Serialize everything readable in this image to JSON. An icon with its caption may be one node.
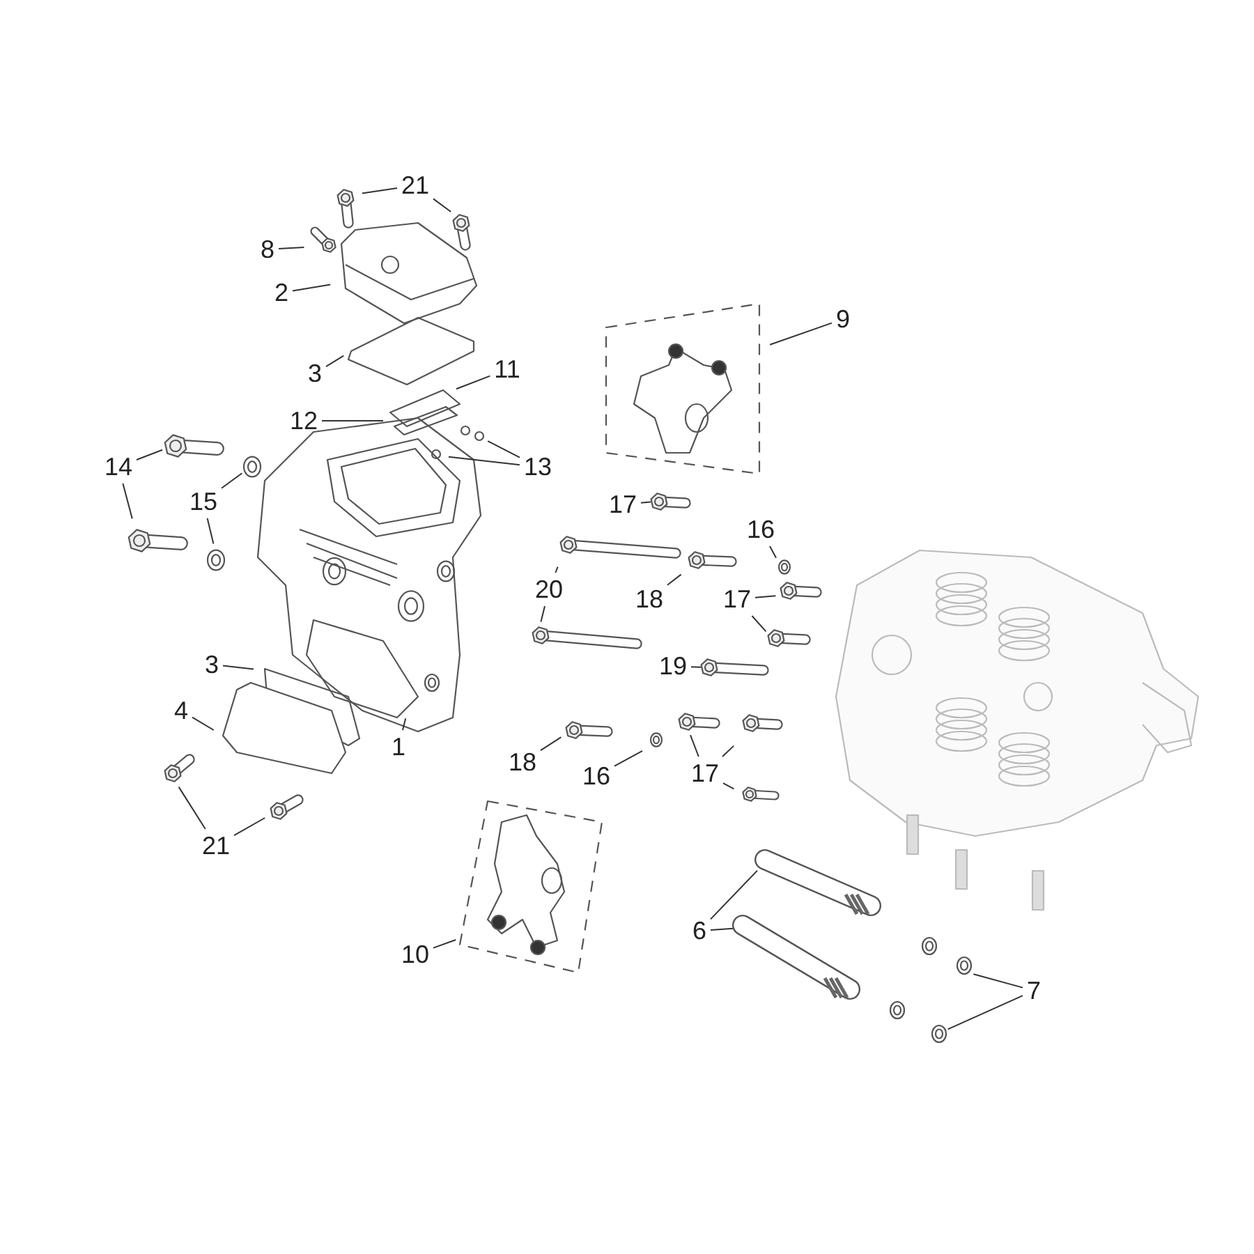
{
  "diagram": {
    "nodes": [
      {
        "text": [
          "21"
        ]
      },
      {
        "text": [
          "8"
        ]
      },
      {
        "text": [
          "2"
        ]
      },
      {
        "text": [
          "3"
        ]
      },
      {
        "text": [
          "11"
        ]
      },
      {
        "text": [
          "12"
        ]
      },
      {
        "text": [
          "13"
        ]
      },
      {
        "text": [
          "9"
        ]
      },
      {
        "text": [
          "14"
        ]
      },
      {
        "text": [
          "15"
        ]
      },
      {
        "text": [
          "17"
        ]
      },
      {
        "text": [
          "20"
        ]
      },
      {
        "text": [
          "18"
        ]
      },
      {
        "text": [
          "16"
        ]
      },
      {
        "text": [
          "17"
        ]
      },
      {
        "text": [
          "19"
        ]
      },
      {
        "text": [
          "3"
        ]
      },
      {
        "text": [
          "4"
        ]
      },
      {
        "text": [
          "1"
        ]
      },
      {
        "text": [
          "21"
        ]
      },
      {
        "text": [
          "18"
        ]
      },
      {
        "text": [
          "16"
        ]
      },
      {
        "text": [
          "17"
        ]
      },
      {
        "text": [
          "10"
        ]
      },
      {
        "text": [
          "6"
        ]
      },
      {
        "text": [
          "7"
        ]
      }
    ],
    "edges": [
      {
        "from": 0,
        "to": null,
        "arrow": "none"
      },
      {
        "from": 0,
        "to": null,
        "arrow": "none"
      },
      {
        "from": 1,
        "to": null,
        "arrow": "none"
      },
      {
        "from": 2,
        "to": null,
        "arrow": "none"
      },
      {
        "from": 3,
        "to": null,
        "arrow": "none"
      },
      {
        "from": 4,
        "to": null,
        "arrow": "none"
      },
      {
        "from": 5,
        "to": null,
        "arrow": "none"
      },
      {
        "from": 6,
        "to": null,
        "arrow": "none"
      },
      {
        "from": 6,
        "to": null,
        "arrow": "none"
      },
      {
        "from": 7,
        "to": null,
        "arrow": "none"
      },
      {
        "from": 8,
        "to": null,
        "arrow": "none"
      },
      {
        "from": 8,
        "to": null,
        "arrow": "none"
      },
      {
        "from": 9,
        "to": null,
        "arrow": "none"
      },
      {
        "from": 9,
        "to": null,
        "arrow": "none"
      },
      {
        "from": 10,
        "to": null,
        "arrow": "none"
      },
      {
        "from": 11,
        "to": null,
        "arrow": "none"
      },
      {
        "from": 11,
        "to": null,
        "arrow": "none"
      },
      {
        "from": 12,
        "to": null,
        "arrow": "none"
      },
      {
        "from": 13,
        "to": null,
        "arrow": "none"
      },
      {
        "from": 14,
        "to": null,
        "arrow": "none"
      },
      {
        "from": 14,
        "to": null,
        "arrow": "none"
      },
      {
        "from": 15,
        "to": null,
        "arrow": "none"
      },
      {
        "from": 16,
        "to": null,
        "arrow": "none"
      },
      {
        "from": 17,
        "to": null,
        "arrow": "none"
      },
      {
        "from": 18,
        "to": null,
        "arrow": "none"
      },
      {
        "from": 19,
        "to": null,
        "arrow": "none"
      },
      {
        "from": 19,
        "to": null,
        "arrow": "none"
      },
      {
        "from": 20,
        "to": null,
        "arrow": "none"
      },
      {
        "from": 21,
        "to": null,
        "arrow": "none"
      },
      {
        "from": 22,
        "to": null,
        "arrow": "none"
      },
      {
        "from": 22,
        "to": null,
        "arrow": "none"
      },
      {
        "from": 22,
        "to": null,
        "arrow": "none"
      },
      {
        "from": 23,
        "to": null,
        "arrow": "none"
      },
      {
        "from": 24,
        "to": null,
        "arrow": "none"
      },
      {
        "from": 24,
        "to": null,
        "arrow": "none"
      },
      {
        "from": 25,
        "to": null,
        "arrow": "none"
      },
      {
        "from": 25,
        "to": null,
        "arrow": "none"
      }
    ]
  }
}
